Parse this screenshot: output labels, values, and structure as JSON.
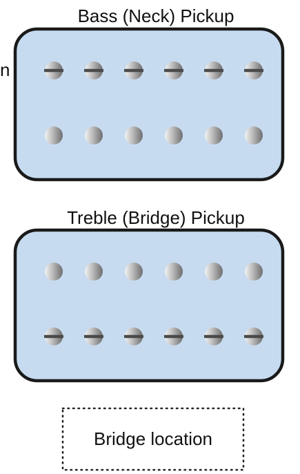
{
  "colors": {
    "pickup_fill": "#c6dbef",
    "pickup_outline": "#1a1a1a",
    "pole_light": "#f2f2f2",
    "pole_dark": "#6e6e6e",
    "screw_slot": "#4a4a4a",
    "text": "#111111"
  },
  "pickups": [
    {
      "title": "Bass (Neck) Pickup",
      "rows": [
        "screws",
        "slugs"
      ],
      "poles_per_row": 6
    },
    {
      "title": "Treble (Bridge) Pickup",
      "rows": [
        "slugs",
        "screws"
      ],
      "poles_per_row": 6
    }
  ],
  "cropped_side_label": "n",
  "bridge": {
    "label": "Bridge location"
  }
}
